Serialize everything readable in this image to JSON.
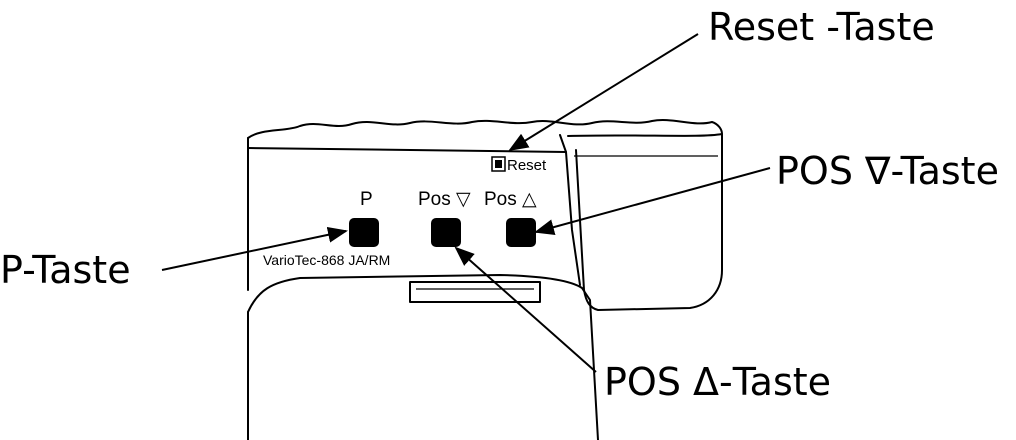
{
  "callouts": {
    "reset": "Reset -Taste",
    "pos_down": "POS ∇-Taste",
    "p": "P-Taste",
    "pos_up": "POS Δ-Taste"
  },
  "panel": {
    "reset_label": "Reset",
    "p_label": "P",
    "pos_down_label": "Pos ▽",
    "pos_up_label": "Pos △",
    "model": "VarioTec-868 JA/RM"
  }
}
